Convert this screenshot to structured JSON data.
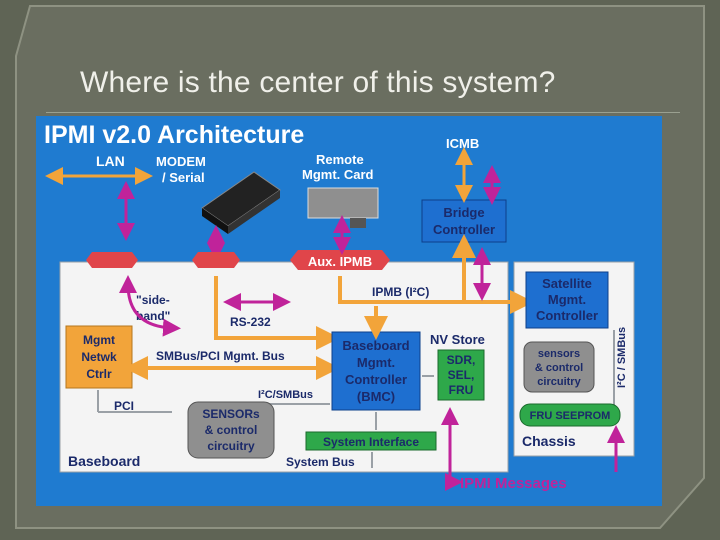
{
  "slide": {
    "title": "Where is the center of this system?"
  },
  "diagram": {
    "heading": "IPMI v2.0 Architecture",
    "labels": {
      "lan": "LAN",
      "modem_l1": "MODEM",
      "modem_l2": "/ Serial",
      "remote_l1": "Remote",
      "remote_l2": "Mgmt. Card",
      "icmb": "ICMB",
      "bridge_l1": "Bridge",
      "bridge_l2": "Controller",
      "aux_ipmb": "Aux. IPMB",
      "ipmb": "IPMB (I²C)",
      "sideband_l1": "\"side-",
      "sideband_l2": "band\"",
      "rs232": "RS-232",
      "satellite_l1": "Satellite",
      "satellite_l2": "Mgmt.",
      "satellite_l3": "Controller",
      "mgmt_l1": "Mgmt",
      "mgmt_l2": "Netwk",
      "mgmt_l3": "Ctrlr",
      "smbus_pci": "SMBus/PCI Mgmt. Bus",
      "bmc_l1": "Baseboard",
      "bmc_l2": "Mgmt.",
      "bmc_l3": "Controller",
      "bmc_l4": "(BMC)",
      "nv_store": "NV Store",
      "sdr_l1": "SDR,",
      "sdr_l2": "SEL,",
      "sdr_l3": "FRU",
      "sens_sat_l1": "sensors",
      "sens_sat_l2": "& control",
      "sens_sat_l3": "circuitry",
      "i2c_smbus_vertical": "I²C / SMBus",
      "fru_seeprom": "FRU SEEPROM",
      "chassis": "Chassis",
      "pci": "PCI",
      "i2c_smbus": "I²C/SMBus",
      "sensors_l1": "SENSORs",
      "sensors_l2": "& control",
      "sensors_l3": "circuitry",
      "system_interface": "System Interface",
      "baseboard": "Baseboard",
      "system_bus": "System Bus",
      "ipmi_messages": "IPMI Messages"
    }
  },
  "colors": {
    "arrow_orange": "#f2a43a",
    "arrow_magenta": "#c0239a",
    "box_blue": "#1e6fd0",
    "box_orange": "#f2a43a",
    "box_red": "#e0454a",
    "box_green": "#2ea84a",
    "box_gray": "#8f8f8f",
    "text_navy": "#1b2a6a"
  }
}
